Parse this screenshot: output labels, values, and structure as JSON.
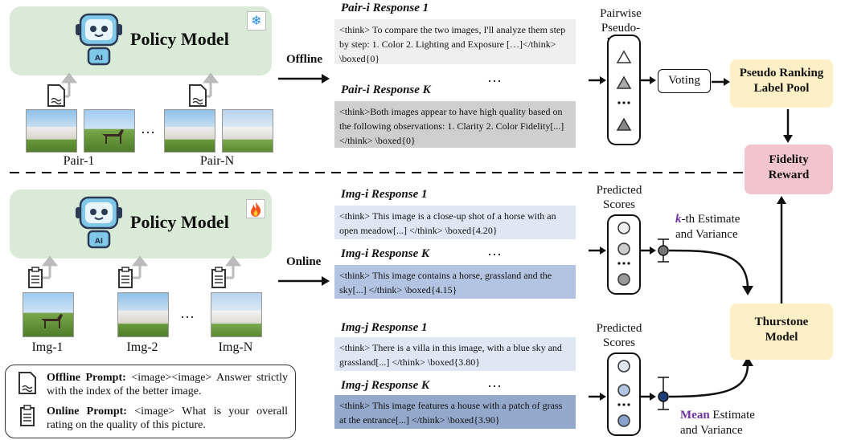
{
  "offline": {
    "policy_title": "Policy Model",
    "flag": "Offline",
    "pair_labels": [
      "Pair-1",
      "Pair-N"
    ],
    "resp1_title": "Pair-i  Response 1",
    "resp1_text": "<think> To compare the two images, I'll analyze them step by step: 1. Color 2. Lighting and Exposure […]</think> \\boxed{0}",
    "respK_title": "Pair-i  Response K",
    "respK_text": "<think>Both images appear to have high quality based on the following observations: 1. Clarity 2. Color Fidelity[...] </think> \\boxed{0}",
    "pseudo_labels_title": "Pairwise\nPseudo-labels",
    "voting": "Voting",
    "pool": "Pseudo Ranking\nLabel Pool"
  },
  "reward": "Fidelity\nReward",
  "online": {
    "policy_title": "Policy Model",
    "flag": "Online",
    "img_labels": [
      "Img-1",
      "Img-2",
      "Img-N"
    ],
    "i_resp1_title": "Img-i  Response 1",
    "i_resp1_text": "<think> This image is a close-up shot of a horse with an open meadow[...] </think> \\boxed{4.20}",
    "i_respK_title": "Img-i  Response K",
    "i_respK_text": "<think> This image contains a horse, grassland and the sky[...] </think> \\boxed{4.15}",
    "j_resp1_title": "Img-j  Response 1",
    "j_resp1_text": "<think> There is a villa in this image, with a blue sky and grassland[...] </think> \\boxed{3.80}",
    "j_respK_title": "Img-j  Response K",
    "j_respK_text": "<think> This image features a house with a patch of grass at the entrance[...] </think> \\boxed{3.90}",
    "predicted_scores": "Predicted\nScores",
    "kth_estimate_k": "k",
    "kth_estimate_rest": "-th Estimate\nand Variance",
    "mean_estimate_bold": "Mean",
    "mean_estimate_rest": " Estimate\nand Variance",
    "thurstone": "Thurstone\nModel"
  },
  "legend": {
    "offline_label": "Offline Prompt:",
    "offline_text": " <image><image> Answer strictly with the index of the better image.",
    "online_label": "Online Prompt:",
    "online_text": " <image> What is your overall rating on the quality of this picture."
  },
  "colors": {
    "policy_bg": "#d9ead6",
    "pool_bg": "#fdf0c6",
    "reward_bg": "#f2c4cd",
    "resp_light_gray": "#efefef",
    "resp_dark_gray": "#cfcfcf",
    "resp_light_blue": "#dfe7f5",
    "resp_blue": "#b2c4e2",
    "purple": "#7030a0"
  },
  "icons": [
    "robot-icon",
    "snowflake-icon",
    "fire-icon",
    "document-icon"
  ]
}
